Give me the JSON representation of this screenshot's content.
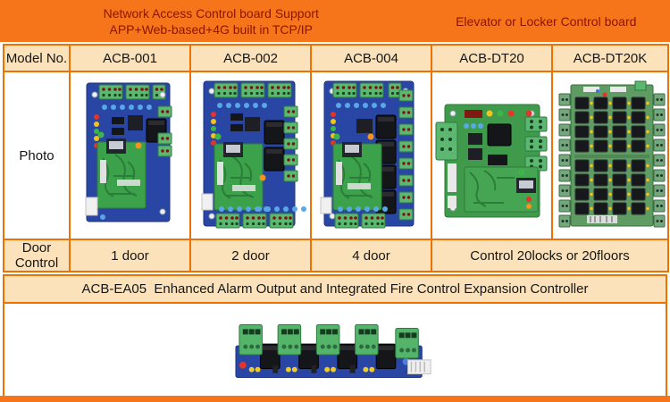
{
  "banner": {
    "left_line1": "Network Access Control board Support",
    "left_line2": "APP+Web-based+4G built in TCP/IP",
    "right_line": "Elevator or Locker Control board"
  },
  "table": {
    "row_labels": {
      "model": "Model No.",
      "photo": "Photo",
      "door": "Door Control"
    },
    "models": [
      "ACB-001",
      "ACB-002",
      "ACB-004",
      "ACB-DT20",
      "ACB-DT20K"
    ],
    "door_values": [
      "1 door",
      "2 door",
      "4 door",
      "Control 20locks or 20floors"
    ],
    "photos": [
      "acb-001-board-photo",
      "acb-002-board-photo",
      "acb-004-board-photo",
      "acb-dt20-board-photo",
      "acb-dt20k-board-photo"
    ]
  },
  "ea05": {
    "title": "ACB-EA05  Enhanced Alarm Output and Integrated Fire Control Expansion Controller",
    "photo": "acb-ea05-board-photo"
  },
  "colors": {
    "banner_orange": "#f6751a",
    "table_border": "#ee7203",
    "cell_peach": "#fbe2ba",
    "banner_text": "#8c1400",
    "text_dark": "#161616"
  }
}
